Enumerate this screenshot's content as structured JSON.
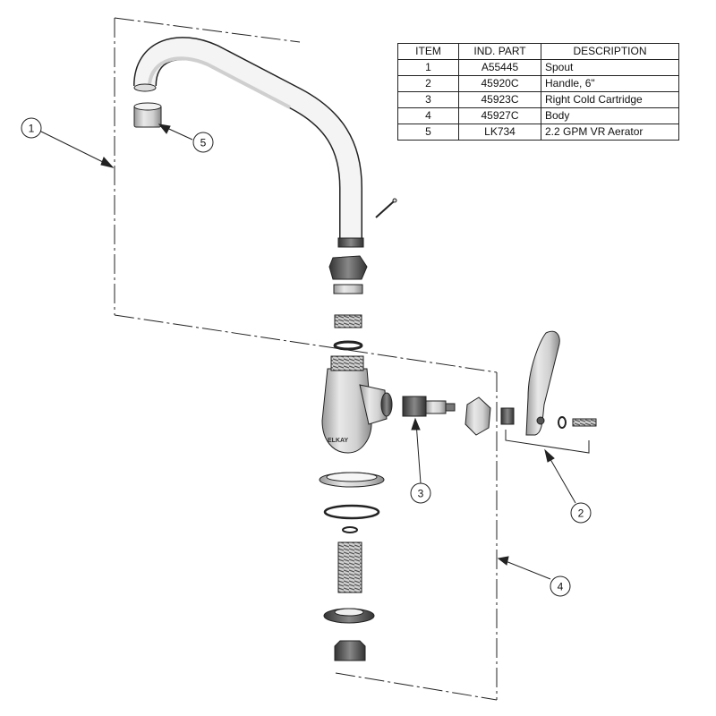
{
  "table": {
    "headers": [
      "ITEM",
      "IND. PART",
      "DESCRIPTION"
    ],
    "rows": [
      {
        "item": "1",
        "part": "A55445",
        "description": "Spout"
      },
      {
        "item": "2",
        "part": "45920C",
        "description": "Handle, 6\""
      },
      {
        "item": "3",
        "part": "45923C",
        "description": "Right Cold Cartridge"
      },
      {
        "item": "4",
        "part": "45927C",
        "description": "Body"
      },
      {
        "item": "5",
        "part": "LK734",
        "description": "2.2 GPM VR Aerator"
      }
    ]
  },
  "callouts": [
    "1",
    "2",
    "3",
    "4",
    "5"
  ],
  "brand_mark": "ELKAY"
}
